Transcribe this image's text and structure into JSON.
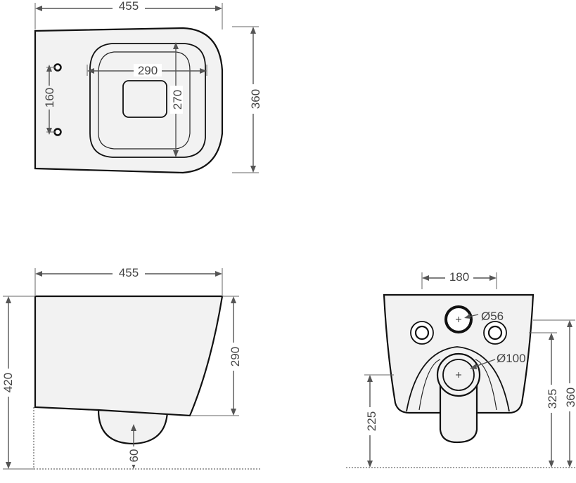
{
  "top_view": {
    "width_label": "455",
    "depth_label": "360",
    "inner_width_label": "290",
    "inner_depth_label": "270",
    "bolt_spacing_label": "160"
  },
  "side_view": {
    "width_label": "455",
    "height_label": "420",
    "bowl_height_label": "290",
    "outlet_label": "60"
  },
  "rear_view": {
    "bolt_width_label": "180",
    "inlet_diameter_label": "Ø56",
    "outlet_diameter_label": "Ø100",
    "outlet_height_label": "225",
    "inlet_height_label": "325",
    "total_height_label": "360"
  }
}
